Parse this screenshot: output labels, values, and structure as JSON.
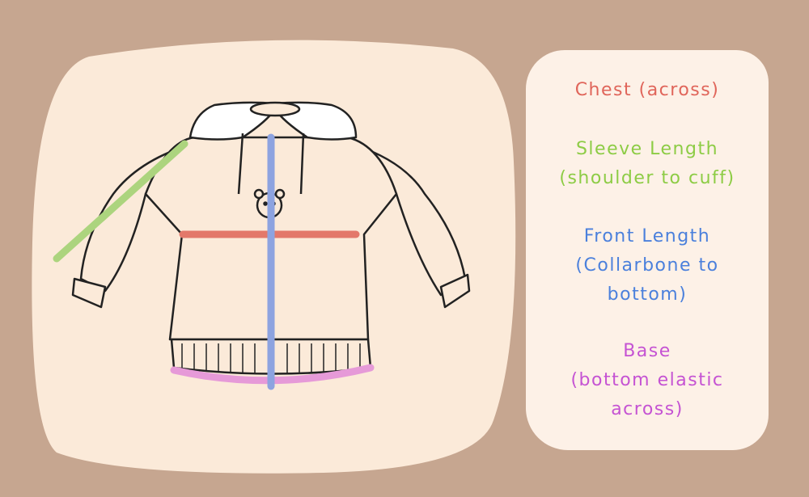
{
  "legend": {
    "chest": {
      "line1": "Chest (across)",
      "color": "#e0655a"
    },
    "sleeve": {
      "line1": "Sleeve Length",
      "line2": "(shoulder to cuff)",
      "color": "#8dcc45"
    },
    "front": {
      "line1": "Front Length",
      "line2": "(Collarbone to",
      "line3": "bottom)",
      "color": "#4b80dc"
    },
    "base": {
      "line1": "Base",
      "line2": "(bottom elastic",
      "line3": "across)",
      "color": "#c553d3"
    }
  }
}
